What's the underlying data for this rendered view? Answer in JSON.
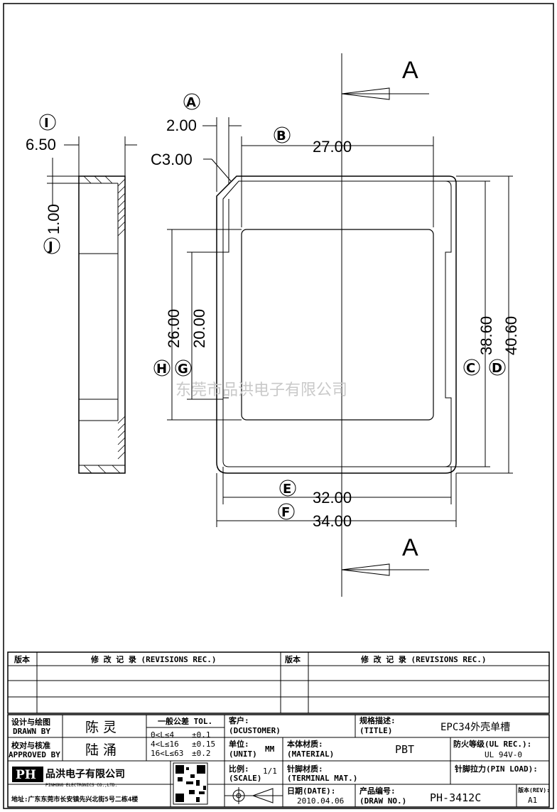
{
  "section": "A",
  "dimensions": {
    "a_value": "2.00",
    "chamfer": "C3.00",
    "b_value": "27.00",
    "c_value": "38.60",
    "d_value": "40.60",
    "e_value": "32.00",
    "f_value": "34.00",
    "g_value": "20.00",
    "h_value": "26.00",
    "i_value": "6.50",
    "j_value": "1.00"
  },
  "labels": {
    "a": "A",
    "b": "B",
    "c": "C",
    "d": "D",
    "e": "E",
    "f": "F",
    "g": "G",
    "h": "H",
    "i": "I",
    "j": "J"
  },
  "watermark": "东莞市品洪电子有限公司",
  "revisions": {
    "version_header": "版本",
    "record_header": "修 改 记 录 (REVISIONS REC.)"
  },
  "title_block": {
    "designer_label": "设计与绘图",
    "designer_label_en": "DRAWN BY",
    "designer": "陈 灵",
    "approver_label": "校对与核准",
    "approver_label_en": "APPROVED BY",
    "approver": "陆 涌",
    "tolerance_title": "一般公差 TOL.",
    "tolerances": [
      {
        "range": "0<L≤4",
        "value": "±0.1"
      },
      {
        "range": "4<L≤16",
        "value": "±0.15"
      },
      {
        "range": "16<L≤63",
        "value": "±0.2"
      }
    ],
    "customer_label": "客户:",
    "customer_label_en": "(DCUSTOMER)",
    "spec_label": "规格描述:",
    "spec_label_en": "(TITLE)",
    "spec_value": "EPC34外壳单槽",
    "unit_label": "单位:",
    "unit_label_en": "(UNIT)",
    "unit_value": "MM",
    "material_label": "本体材质:",
    "material_label_en": "(MATERIAL)",
    "material_value": "PBT",
    "fire_label": "防火等级(UL REC.):",
    "fire_value": "UL 94V-0",
    "scale_label": "比例:",
    "scale_label_en": "(SCALE)",
    "scale_value": "1/1",
    "pin_material_label": "针脚材质:",
    "pin_material_label_en": "(TERMINAL MAT.)",
    "pin_load_label": "针脚拉力(PIN LOAD):",
    "date_label": "日期(DATE):",
    "date_value": "2010.04.06",
    "drawno_label": "产品编号:",
    "drawno_label_en": "(DRAW NO.)",
    "drawno_value": "PH-3412C",
    "rev_label": "版本(REV):",
    "rev_value": "A1",
    "company_cn": "品洪电子有限公司",
    "company_en": "PINHONG ELECTRONICS CO.,LTD.",
    "logo_text": "PH",
    "address": "地址:广东东莞市长安镇先兴北街5号二栋4楼"
  }
}
